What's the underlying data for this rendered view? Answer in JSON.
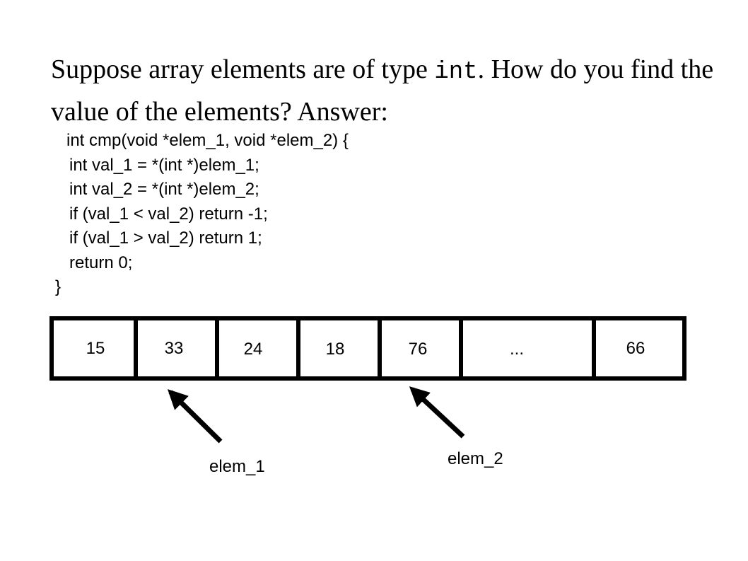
{
  "question": {
    "part1": "Suppose array elements are of type ",
    "code_word": "int",
    "part2": ".  How do you find the value of the elements?   Answer:"
  },
  "code_lines": [
    "int cmp(void *elem_1, void *elem_2) {",
    "int val_1 = *(int *)elem_1;",
    "int val_2 = *(int *)elem_2;",
    "if (val_1 < val_2) return -1;",
    "if (val_1 > val_2) return 1;",
    "return 0;",
    "}"
  ],
  "array": {
    "cells": [
      "15",
      "33",
      "24",
      "18",
      "76",
      "...",
      "66"
    ]
  },
  "pointers": [
    {
      "label": "elem_1",
      "target_index": 1
    },
    {
      "label": "elem_2",
      "target_index": 4
    }
  ]
}
